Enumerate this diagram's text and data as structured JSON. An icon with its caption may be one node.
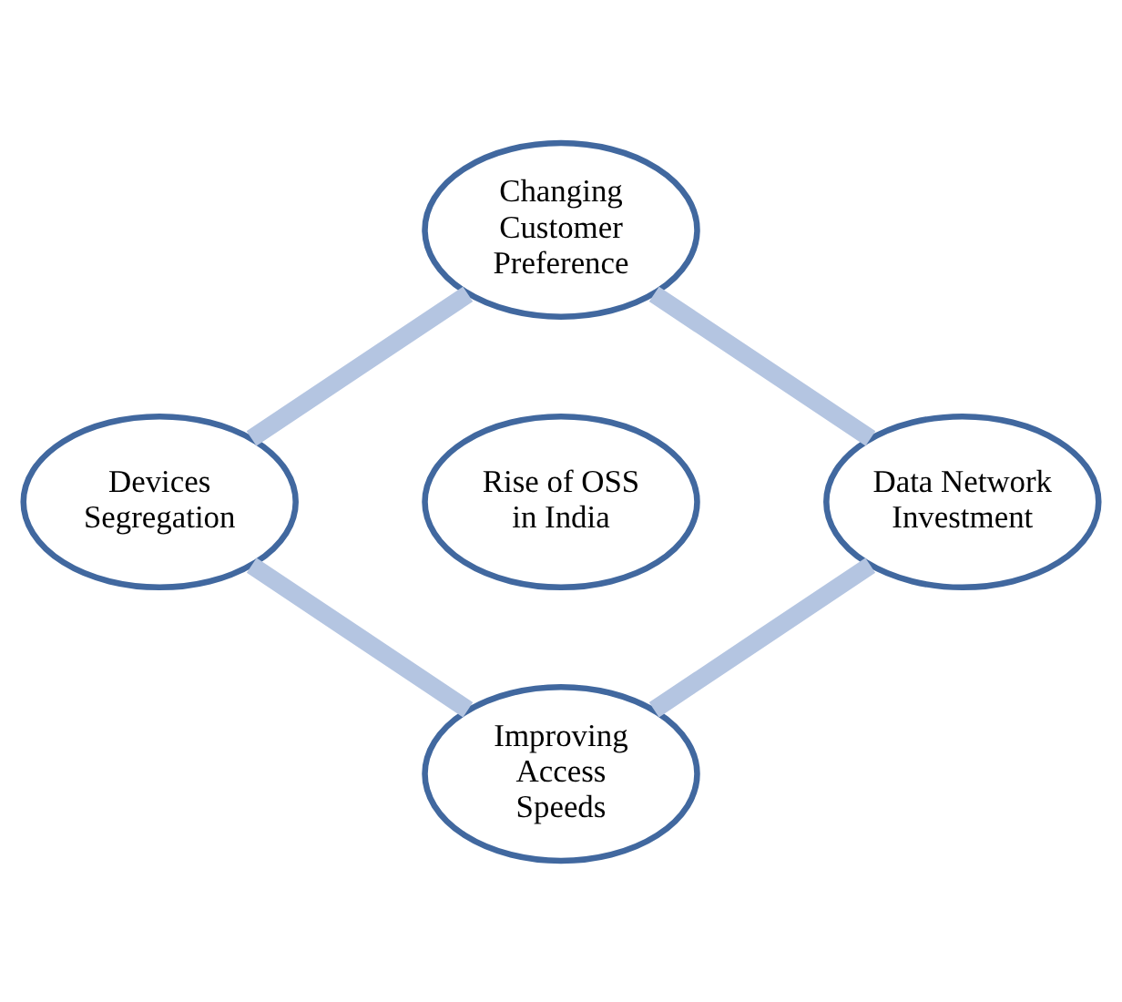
{
  "diagram": {
    "nodes": [
      {
        "text": [
          "Changing Customer Preference"
        ]
      },
      {
        "text": [
          "Devices Segregation"
        ]
      },
      {
        "text": [
          "Rise of OSS in India"
        ]
      },
      {
        "text": [
          "Data Network Investment"
        ]
      },
      {
        "text": [
          "Improving Access Speeds"
        ]
      }
    ],
    "edges": [
      {
        "from": 0,
        "to": 3,
        "arrow": "none"
      },
      {
        "from": 3,
        "to": 4,
        "arrow": "none"
      },
      {
        "from": 4,
        "to": 1,
        "arrow": "none"
      },
      {
        "from": 1,
        "to": 0,
        "arrow": "none"
      }
    ]
  }
}
